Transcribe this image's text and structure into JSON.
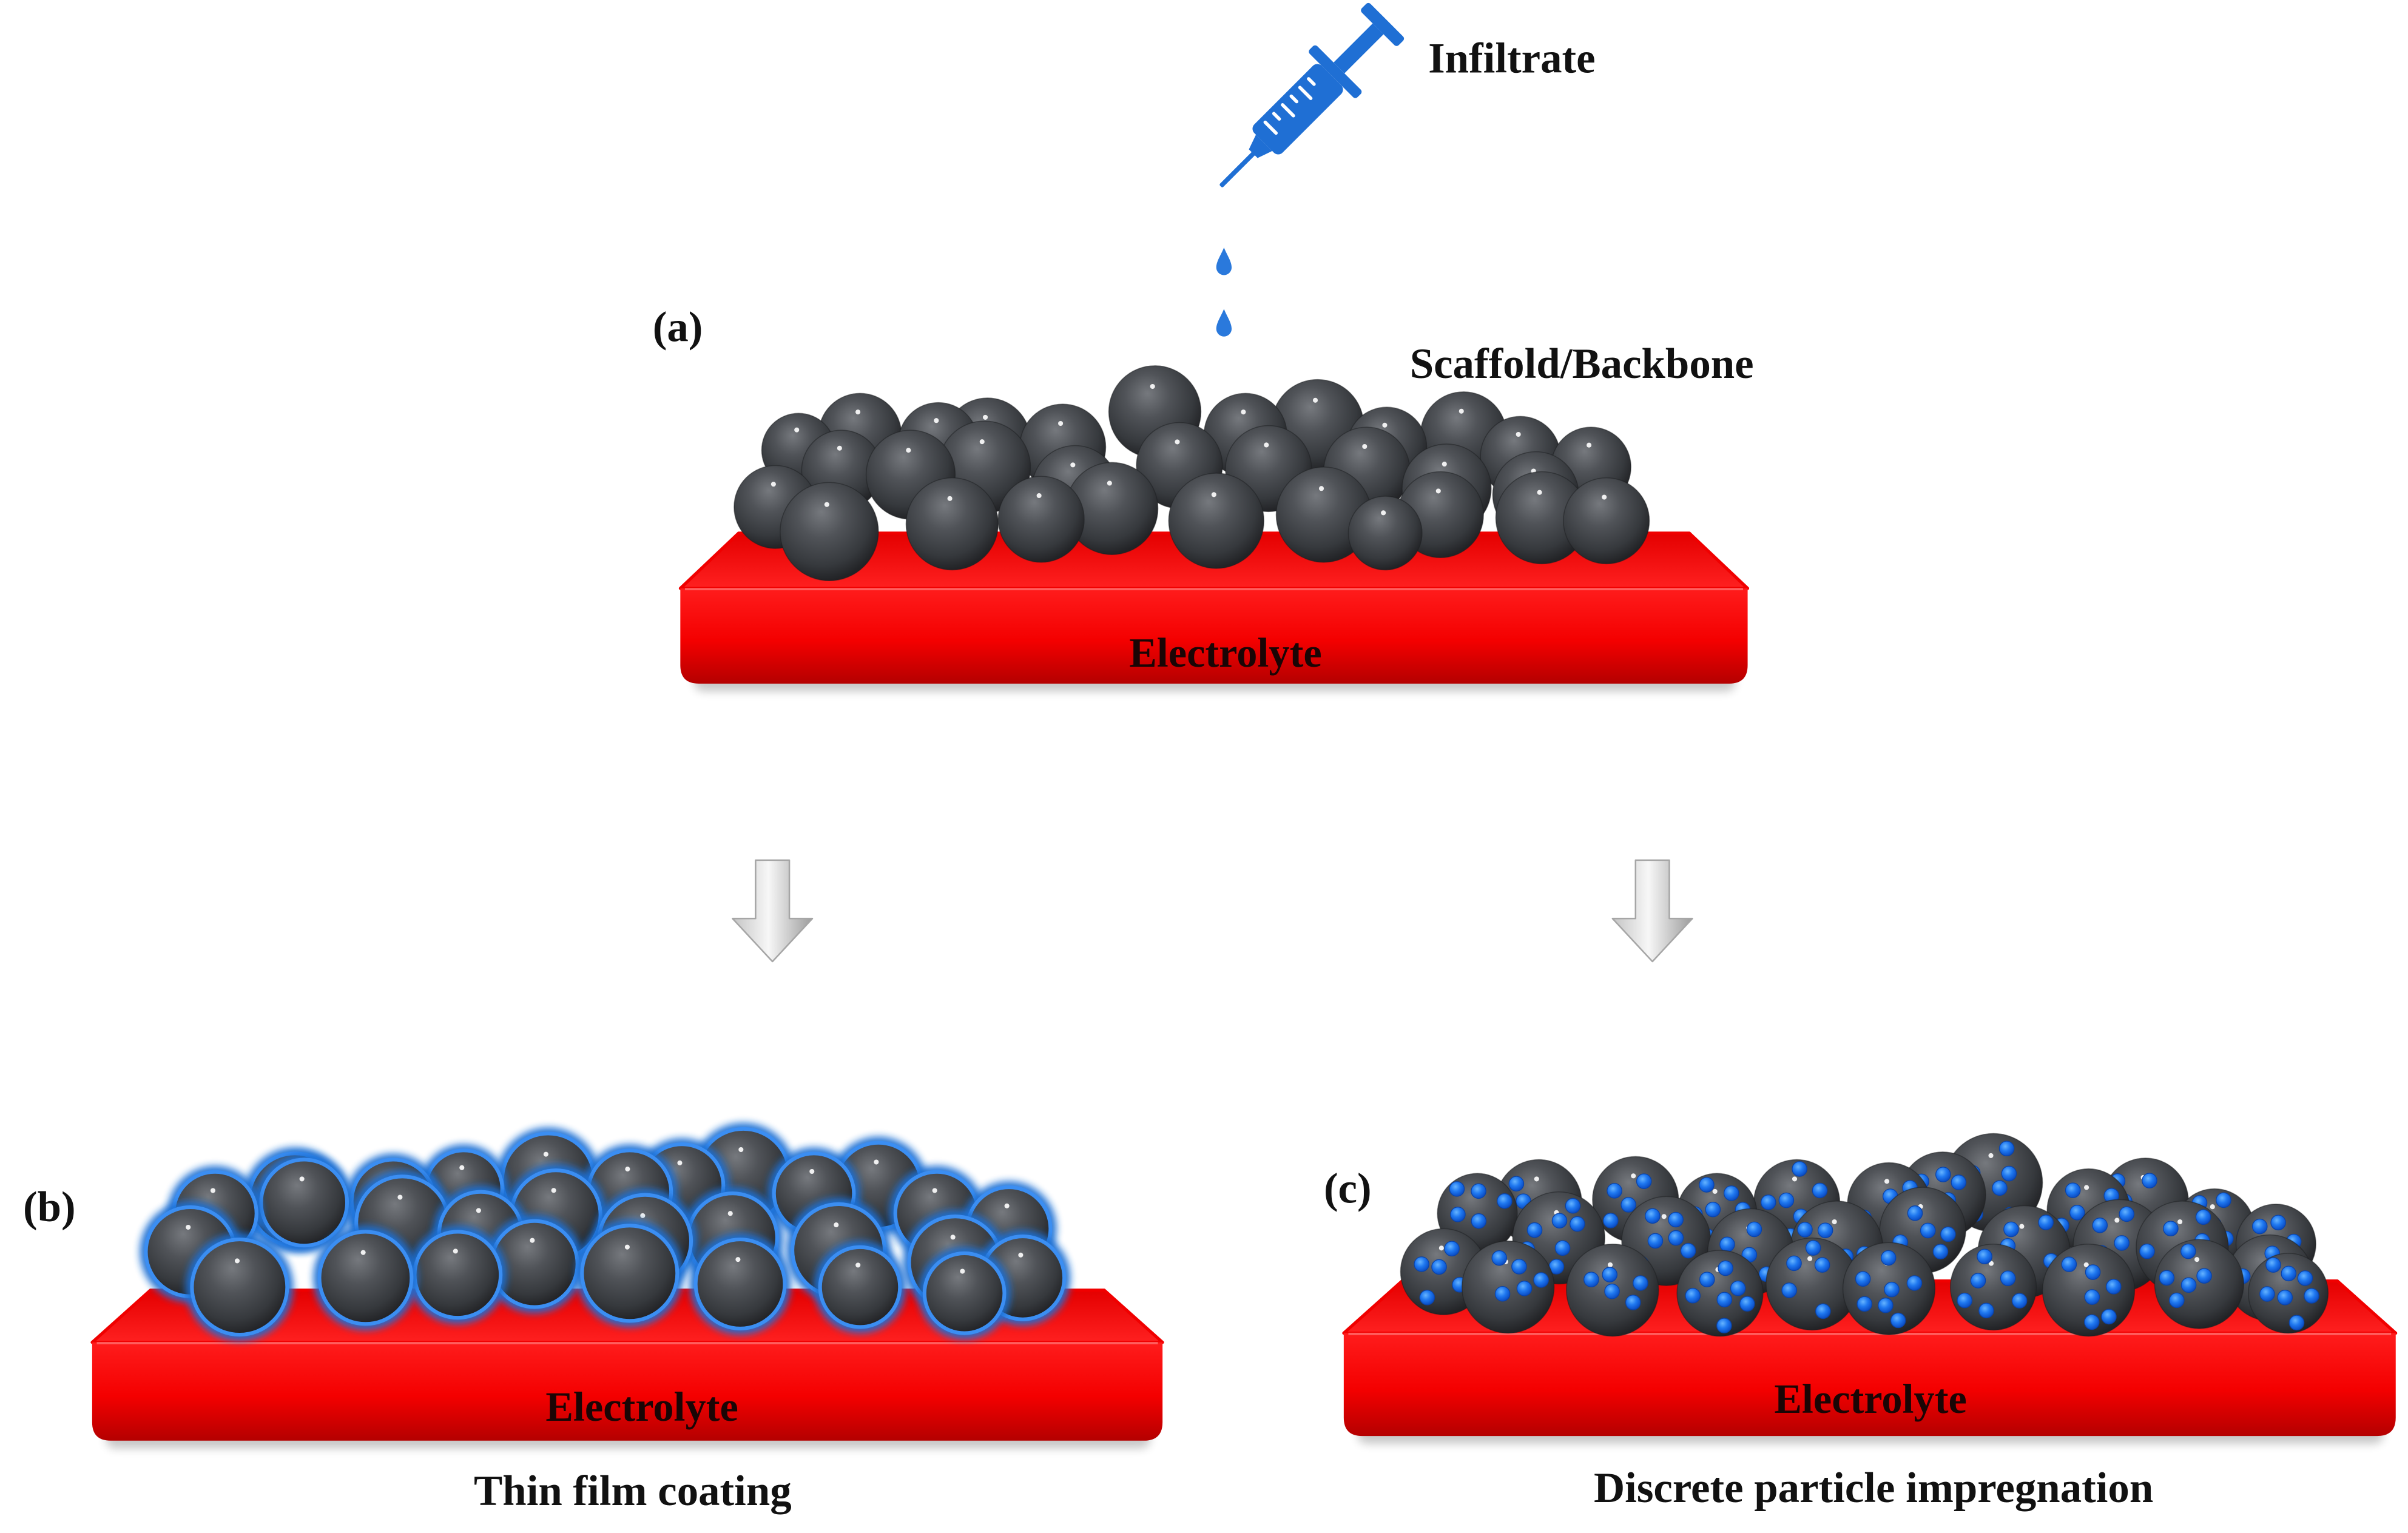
{
  "infiltration": {
    "label": "Infiltrate",
    "icon": "syringe-icon",
    "drop_icon": "droplet-icon"
  },
  "panel_a": {
    "label": "(a)",
    "scaffold_label": "Scaffold/Backbone",
    "substrate_label": "Electrolyte"
  },
  "transition_icon": "arrow-down-icon",
  "panel_b": {
    "label": "(b)",
    "substrate_label": "Electrolyte",
    "caption": "Thin film coating"
  },
  "panel_c": {
    "label": "(c)",
    "substrate_label": "Electrolyte",
    "caption": "Discrete particle impregnation"
  },
  "colors": {
    "electrolyte": "#ff0000",
    "scaffold_particle": "#3c3f44",
    "infiltrate": "#1f6fd4",
    "arrow": "#c8c8c8",
    "text": "#111111"
  }
}
